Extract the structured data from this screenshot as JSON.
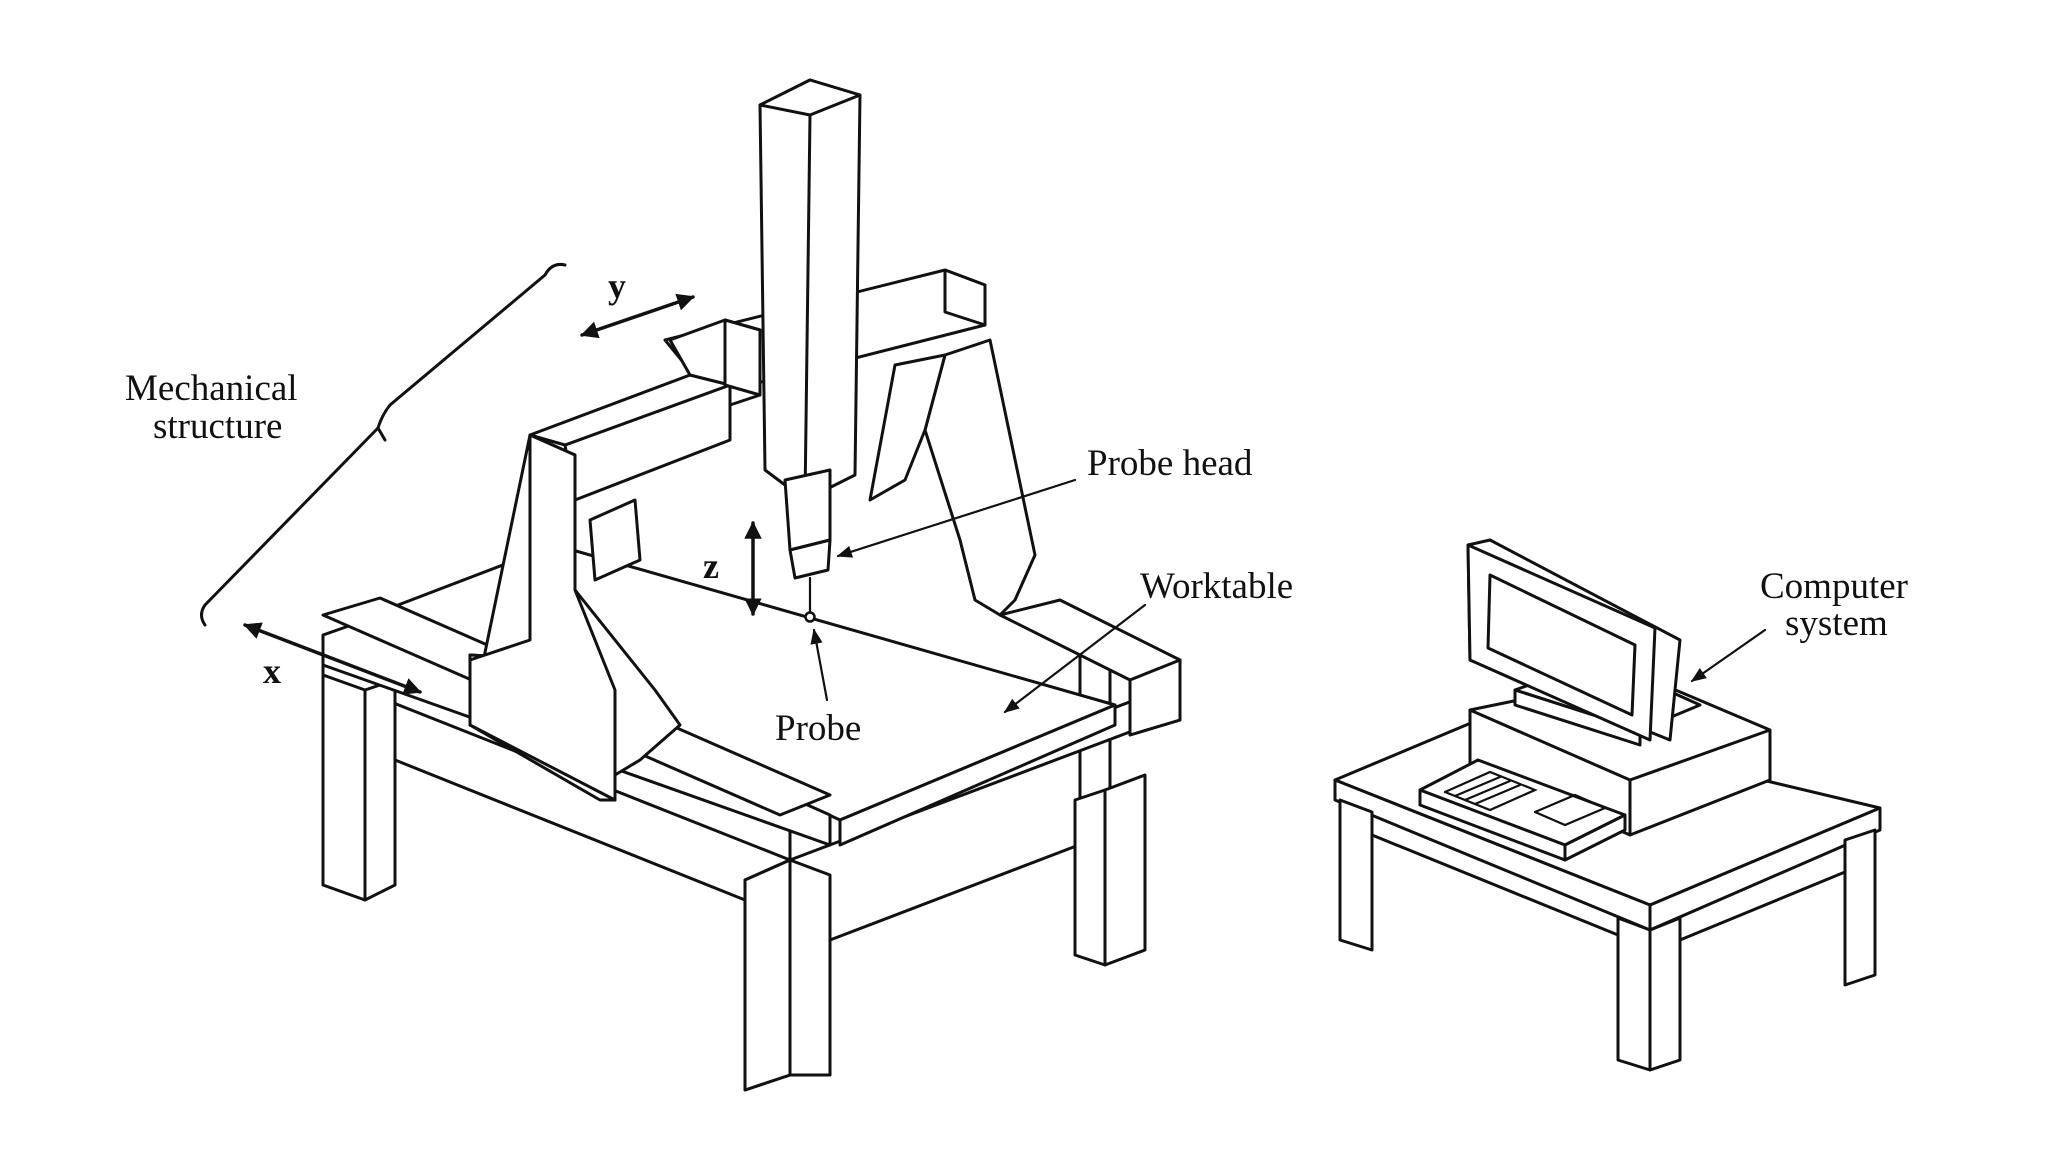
{
  "labels": {
    "mechanical_structure_line1": "Mechanical",
    "mechanical_structure_line2": "structure",
    "probe_head": "Probe head",
    "worktable": "Worktable",
    "probe": "Probe",
    "computer_system_line1": "Computer",
    "computer_system_line2": "system"
  },
  "axes": {
    "x": "x",
    "y": "y",
    "z": "z"
  }
}
